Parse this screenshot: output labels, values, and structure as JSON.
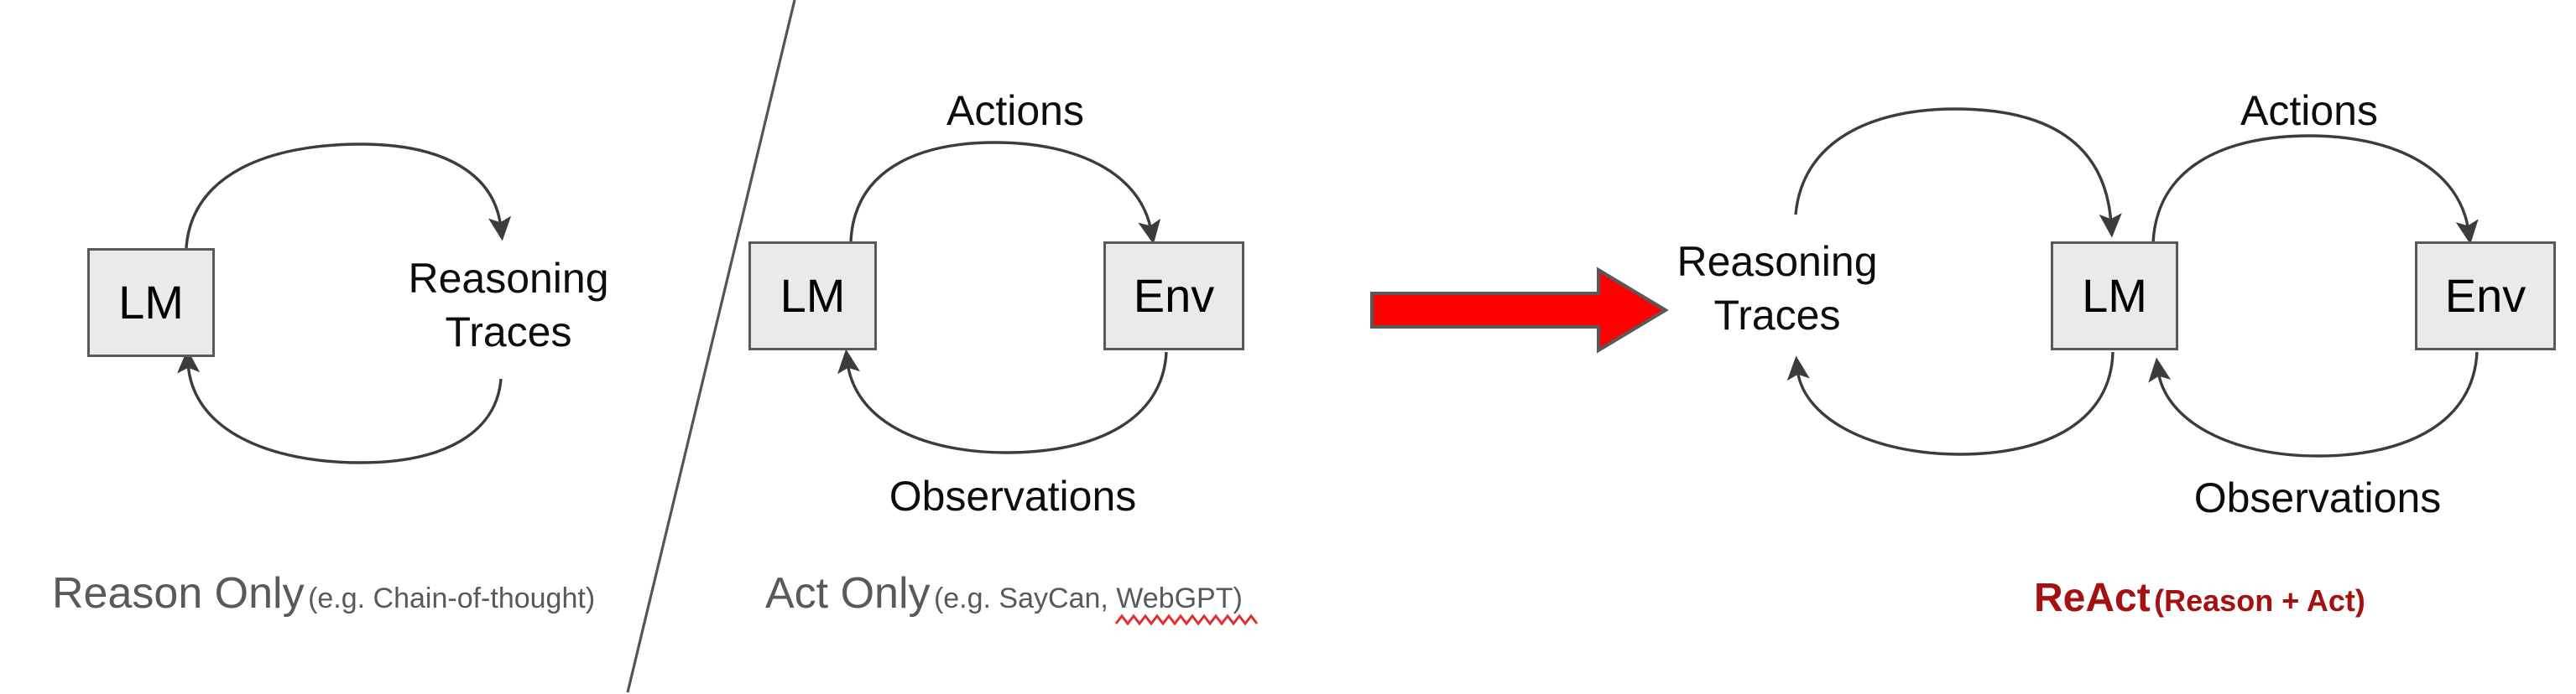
{
  "figure": {
    "title": "ReAct comparison diagram",
    "background_color": "#ffffff",
    "box_fill_color": "#eaeaea",
    "box_border_color": "#595959",
    "arrow_color": "#3c3c3c",
    "caption_color": "#595959",
    "react_accent_color": "#a51010",
    "big_arrow_color": "#ff0000",
    "big_arrow_outline_color": "#595959"
  },
  "panels": [
    {
      "id": "reason-only",
      "nodes": [
        {
          "id": "lm",
          "label": "LM"
        }
      ],
      "loop_labels": [
        {
          "id": "reasoning-traces",
          "line1": "Reasoning",
          "line2": "Traces"
        }
      ],
      "caption": {
        "main": "Reason Only",
        "sub": "(e.g. Chain-of-thought)",
        "misspelled": false
      }
    },
    {
      "id": "act-only",
      "nodes": [
        {
          "id": "lm",
          "label": "LM"
        },
        {
          "id": "env",
          "label": "Env"
        }
      ],
      "loop_labels": [
        {
          "id": "actions",
          "line1": "Actions"
        },
        {
          "id": "observations",
          "line1": "Observations"
        }
      ],
      "caption": {
        "main": "Act Only",
        "sub": "(e.g. SayCan, WebGPT)",
        "misspelled": true,
        "misspelled_word": "WebGPT"
      }
    },
    {
      "id": "react",
      "nodes": [
        {
          "id": "lm",
          "label": "LM"
        },
        {
          "id": "env",
          "label": "Env"
        }
      ],
      "loop_labels": [
        {
          "id": "reasoning-traces",
          "line1": "Reasoning",
          "line2": "Traces"
        },
        {
          "id": "actions",
          "line1": "Actions"
        },
        {
          "id": "observations",
          "line1": "Observations"
        }
      ],
      "caption": {
        "main": "ReAct",
        "sub": "(Reason + Act)",
        "misspelled": false
      }
    }
  ],
  "transition": {
    "id": "red-block-arrow",
    "direction": "right",
    "meaning": "combines into"
  }
}
